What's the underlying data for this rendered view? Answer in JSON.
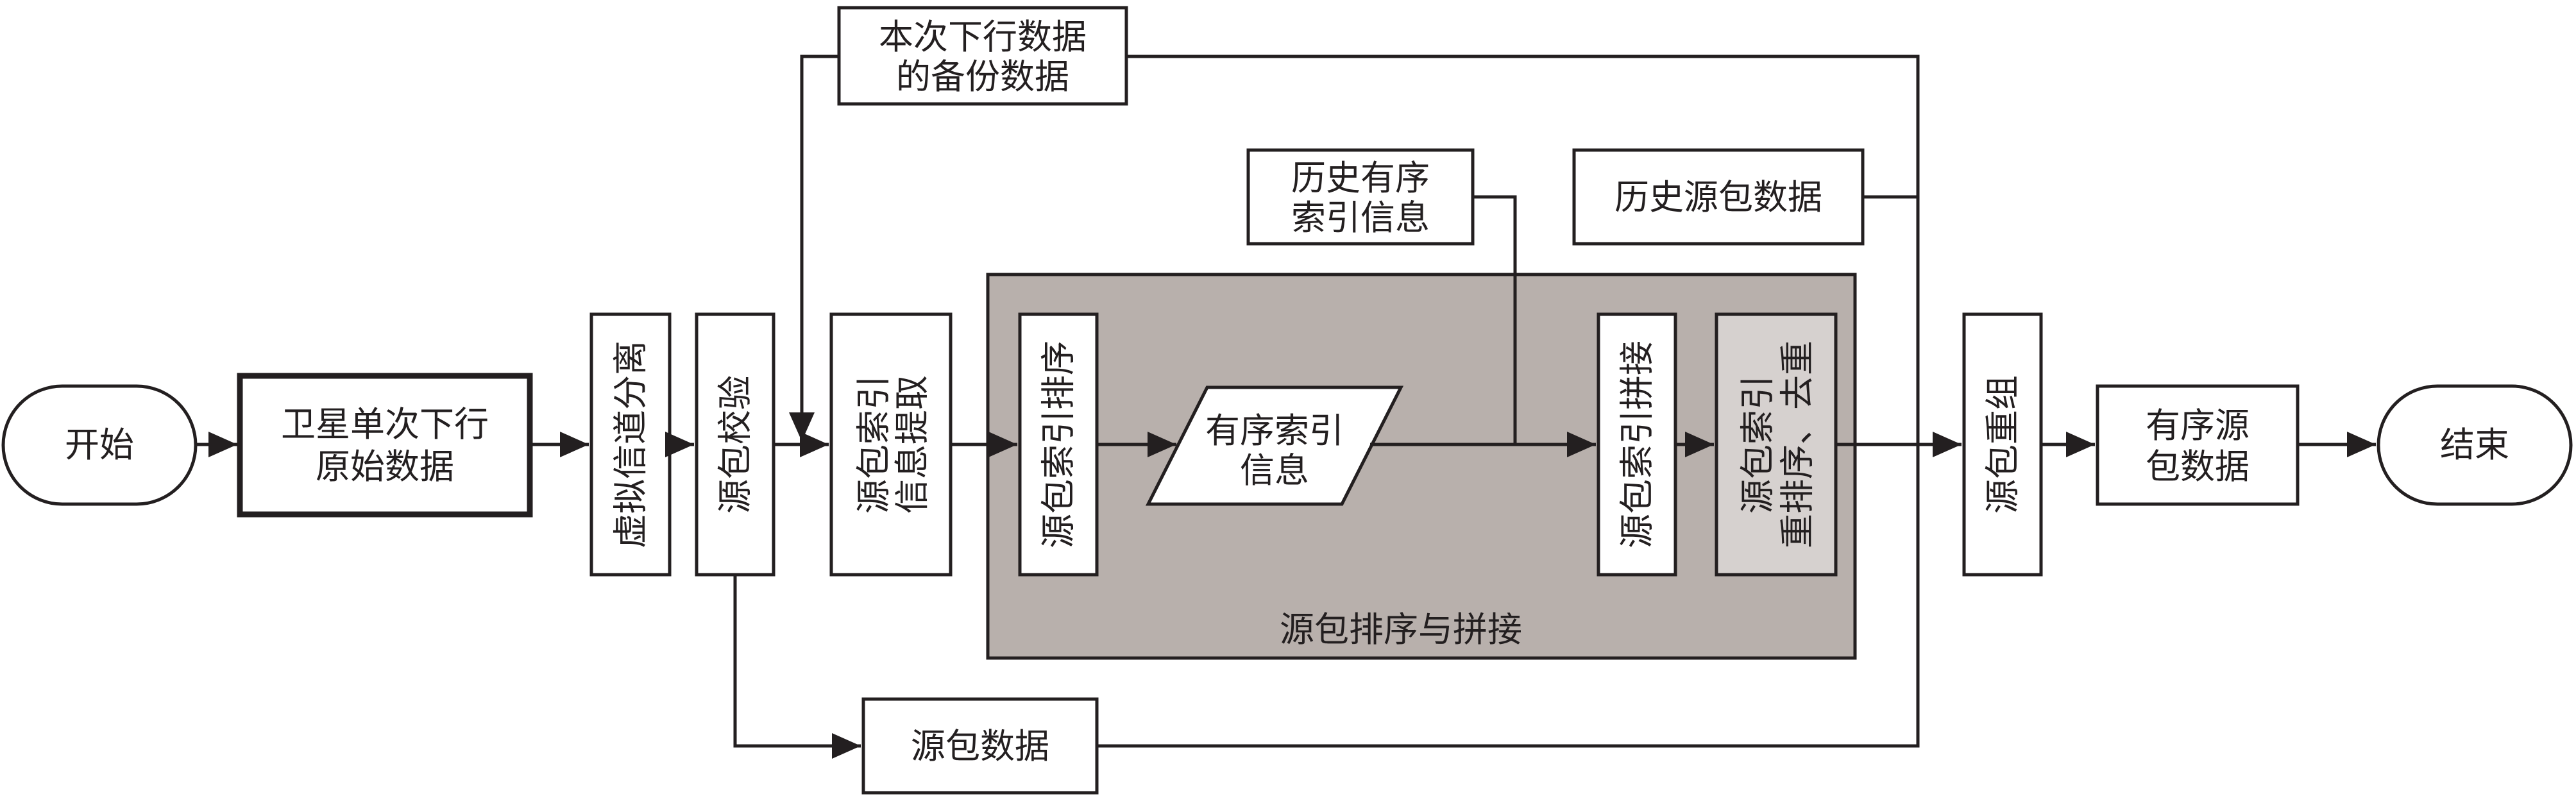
{
  "nodes": {
    "start": "开始",
    "raw_data": [
      "卫星单次下行",
      "原始数据"
    ],
    "vc_separation": "虚拟信道分离",
    "packet_check": "源包校验",
    "backup_data": [
      "本次下行数据",
      "的备份数据"
    ],
    "index_extract": [
      "源包索引",
      "信息提取"
    ],
    "index_sort": "源包索引排序",
    "ordered_index": [
      "有序索引",
      "信息"
    ],
    "history_index": [
      "历史有序",
      "索引信息"
    ],
    "history_packets": "历史源包数据",
    "index_splice": "源包索引拼接",
    "resort_dedup": [
      "源包索引",
      "重排序、去重"
    ],
    "sort_splice_group": "源包排序与拼接",
    "packet_data": "源包数据",
    "reassembly": "源包重组",
    "ordered_packets": [
      "有序源",
      "包数据"
    ],
    "end": "结束"
  },
  "colors": {
    "stroke": "#231f20",
    "group_fill": "#b8b0ac",
    "inner_gray_fill": "#d6d1cf"
  }
}
